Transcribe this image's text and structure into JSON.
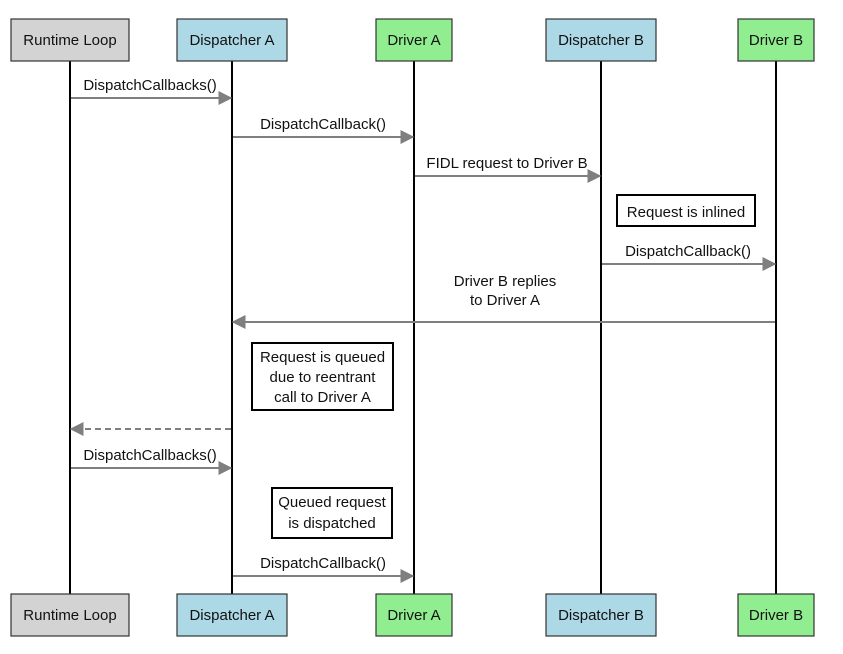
{
  "actors": [
    {
      "id": "runtime_loop",
      "label": "Runtime Loop",
      "color": "#d3d3d3"
    },
    {
      "id": "dispatcher_a",
      "label": "Dispatcher A",
      "color": "#add8e6"
    },
    {
      "id": "driver_a",
      "label": "Driver A",
      "color": "#90ee90"
    },
    {
      "id": "dispatcher_b",
      "label": "Dispatcher B",
      "color": "#add8e6"
    },
    {
      "id": "driver_b",
      "label": "Driver B",
      "color": "#90ee90"
    }
  ],
  "messages": [
    {
      "from": "runtime_loop",
      "to": "dispatcher_a",
      "lines": [
        "DispatchCallbacks()"
      ],
      "style": "solid"
    },
    {
      "from": "dispatcher_a",
      "to": "driver_a",
      "lines": [
        "DispatchCallback()"
      ],
      "style": "solid"
    },
    {
      "from": "driver_a",
      "to": "dispatcher_b",
      "lines": [
        "FIDL request to Driver B"
      ],
      "style": "solid"
    },
    {
      "from": "dispatcher_b",
      "to": "driver_b",
      "lines": [
        "DispatchCallback()"
      ],
      "style": "solid"
    },
    {
      "from": "driver_b",
      "to": "dispatcher_a",
      "lines": [
        "Driver B replies",
        "to Driver A"
      ],
      "style": "solid"
    },
    {
      "from": "dispatcher_a",
      "to": "runtime_loop",
      "lines": [],
      "style": "dashed"
    },
    {
      "from": "runtime_loop",
      "to": "dispatcher_a",
      "lines": [
        "DispatchCallbacks()"
      ],
      "style": "solid"
    },
    {
      "from": "dispatcher_a",
      "to": "driver_a",
      "lines": [
        "DispatchCallback()"
      ],
      "style": "solid"
    }
  ],
  "notes": [
    {
      "lines": [
        "Request is inlined"
      ]
    },
    {
      "lines": [
        "Request is queued",
        "due to reentrant",
        "call to Driver A"
      ]
    },
    {
      "lines": [
        "Queued request",
        "is dispatched"
      ]
    }
  ],
  "colors": {
    "arrow": "#7f7f7f",
    "lifeline": "#000000",
    "actor_border": "#333333",
    "note_border": "#000000"
  }
}
